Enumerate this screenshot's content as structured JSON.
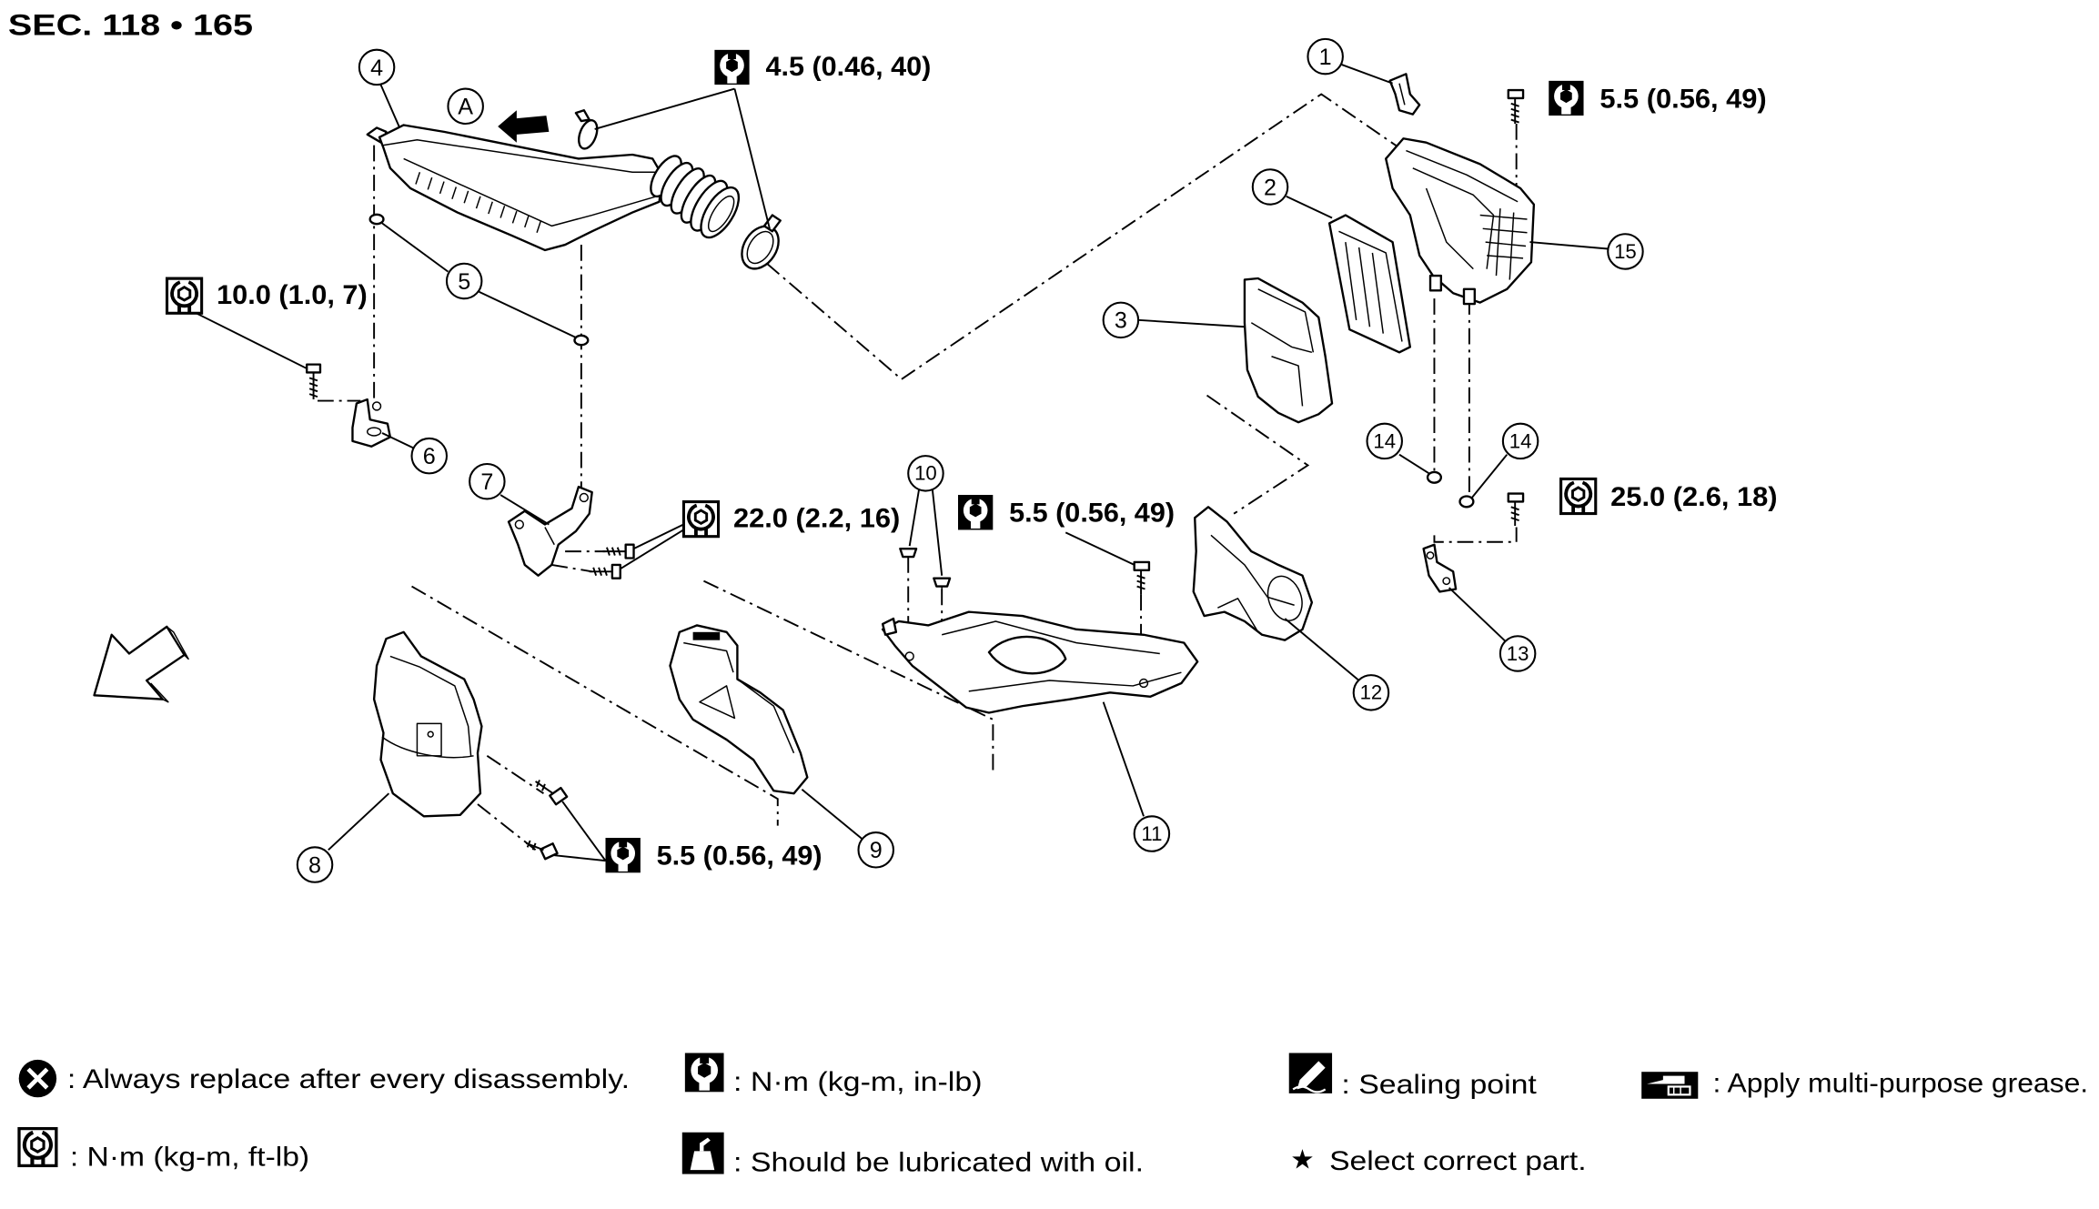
{
  "header": {
    "section": "SEC. 118 • 165"
  },
  "callouts": {
    "part_1": "1",
    "part_2": "2",
    "part_3": "3",
    "part_4": "4",
    "part_5": "5",
    "part_6": "6",
    "part_7": "7",
    "part_8": "8",
    "part_9": "9",
    "part_10": "10",
    "part_11": "11",
    "part_12": "12",
    "part_13": "13",
    "part_14_left": "14",
    "part_14_right": "14",
    "part_15": "15",
    "view_a": "A"
  },
  "torque": {
    "duct_clamps": "4.5 (0.46, 40)",
    "case_top_bolt": "5.5 (0.56, 49)",
    "bracket_6_bolt": "10.0 (1.0, 7)",
    "bracket_7_bolts": "22.0 (2.2, 16)",
    "duct_11_bolt": "5.5 (0.56, 49)",
    "bracket_13_bolt": "25.0 (2.6, 18)",
    "duct_8_bolts": "5.5 (0.56, 49)"
  },
  "legend": {
    "always_replace": ": Always replace after every disassembly.",
    "torque_in_lb": ": N·m (kg-m, in-lb)",
    "sealing_point": ": Sealing point",
    "grease": ": Apply multi-purpose grease.",
    "torque_ft_lb": ": N·m (kg-m, ft-lb)",
    "lubricate_oil": ": Should be lubricated with oil.",
    "star": "★",
    "select_part": "Select correct part."
  },
  "icons": {
    "always_replace": "crossed-circle-icon",
    "torque_in_lb": "torque-wrench-filled-icon",
    "torque_ft_lb": "torque-wrench-outline-icon",
    "sealing_point": "sealant-pen-icon",
    "grease": "grease-gun-icon",
    "lubricate_oil": "oil-can-icon",
    "front_direction": "front-arrow-icon"
  },
  "colors": {
    "ink": "#000000",
    "paper": "#ffffff"
  }
}
